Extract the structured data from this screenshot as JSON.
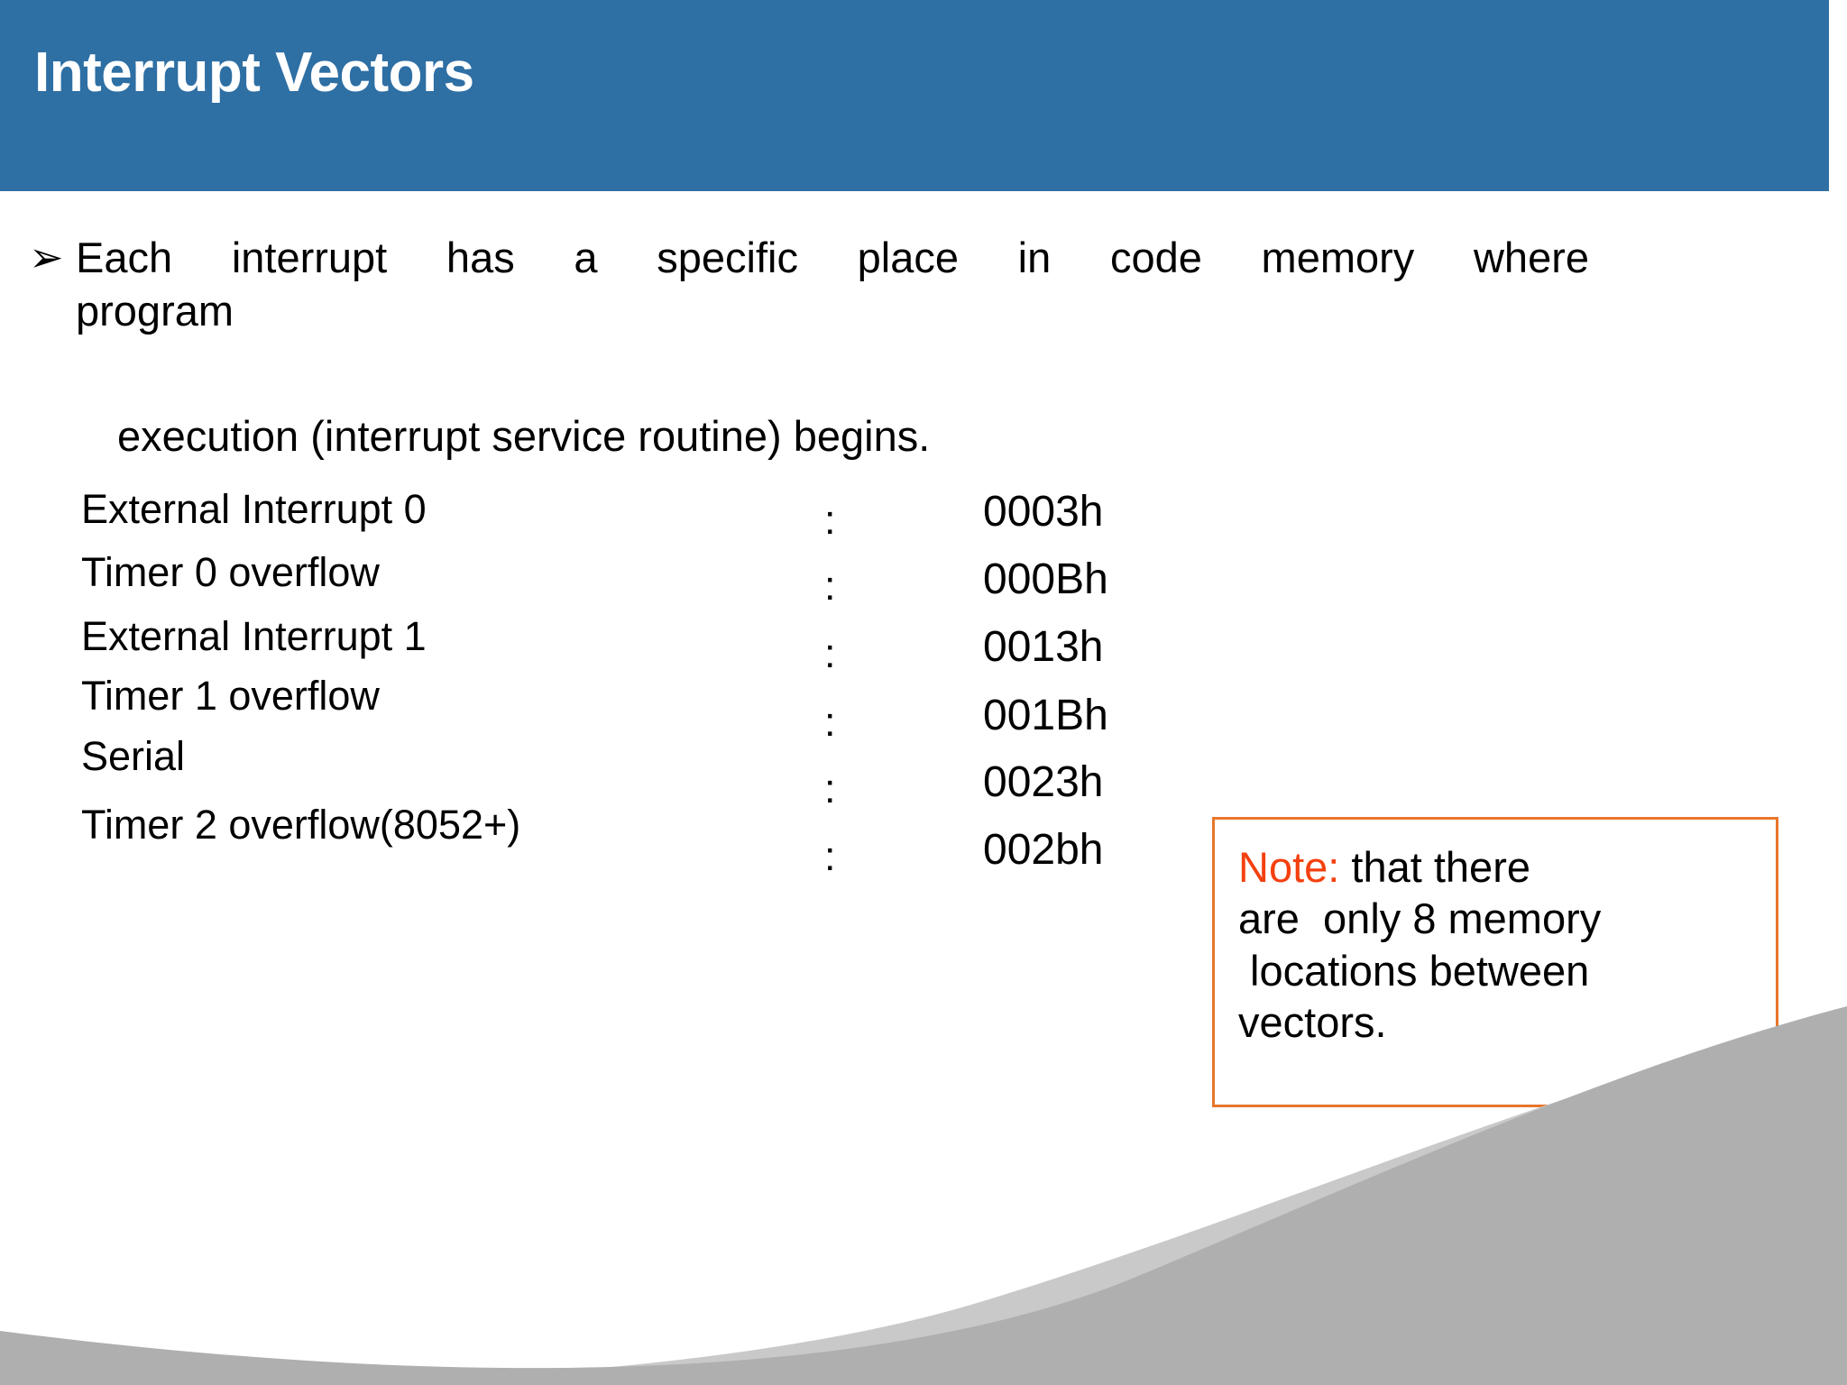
{
  "slide": {
    "title": "Interrupt Vectors",
    "banner_color": "#2E6FA4",
    "background_color": "#FFFFFF"
  },
  "bullet": {
    "marker": "➢",
    "lead_line": "Each  interrupt  has  a  specific  place  in  code  memory  where",
    "tail_line": "program",
    "sub_line": "execution (interrupt service routine) begins."
  },
  "vector_table": {
    "separator": ":",
    "rows": [
      {
        "name": "External Interrupt 0",
        "address": "0003h"
      },
      {
        "name": "Timer 0 overflow",
        "address": "000Bh"
      },
      {
        "name": "External Interrupt 1",
        "address": "0013h"
      },
      {
        "name": "Timer 1 overflow",
        "address": "001Bh"
      },
      {
        "name": "Serial",
        "address": "0023h"
      },
      {
        "name": "Timer 2 overflow(8052+)",
        "address": "002bh"
      }
    ]
  },
  "note": {
    "border_color": "#E8762C",
    "kicker": "Note:",
    "kicker_color": "#F4400F",
    "line1_rest": " that there",
    "line2": "are  only 8 memory",
    "line3": " locations between",
    "line4": "vectors."
  },
  "decoration": {
    "curve_color_back": "#C9C9C9",
    "curve_color_front": "#AFAFAF"
  }
}
